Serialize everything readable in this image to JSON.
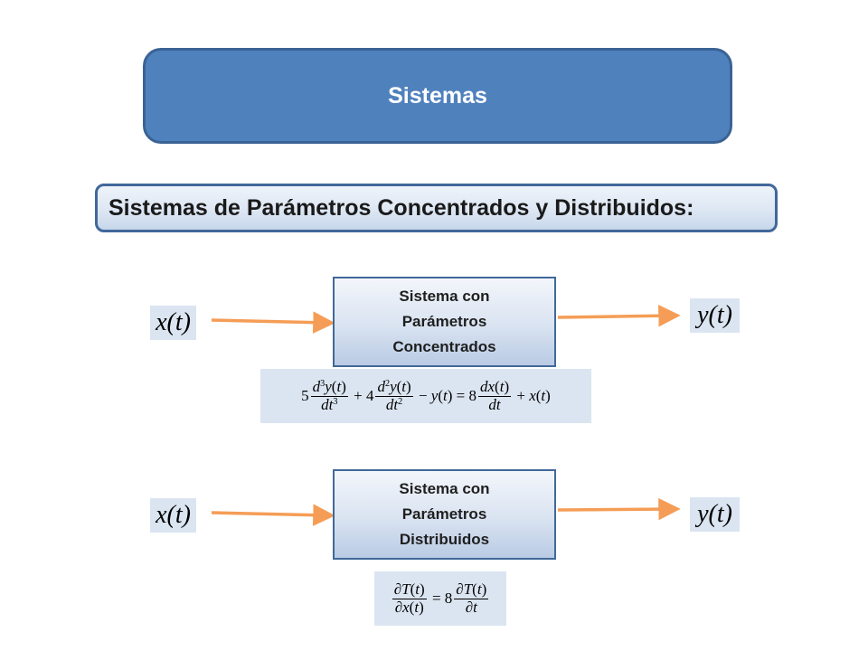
{
  "title": "Sistemas",
  "subtitle": "Sistemas de Parámetros Concentrados y Distribuidos:",
  "systems": [
    {
      "label_lines": [
        "Sistema con",
        "Parámetros",
        "Concentrados"
      ],
      "input": "x(t)",
      "output": "y(t)"
    },
    {
      "label_lines": [
        "Sistema con",
        "Parámetros",
        "Distribuidos"
      ],
      "input": "x(t)",
      "output": "y(t)"
    }
  ],
  "colors": {
    "title_fill": "#4f81bd",
    "box_border": "#41689a",
    "arrow": "#f59d56",
    "math_bg": "#dbe5f1"
  }
}
